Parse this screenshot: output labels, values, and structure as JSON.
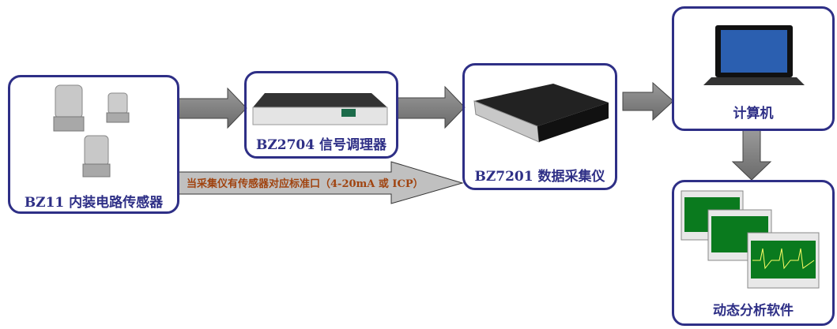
{
  "nodes": {
    "sensor": {
      "label": "BZ11 内装电路传感器"
    },
    "conditioner": {
      "label": "BZ2704 信号调理器"
    },
    "daq": {
      "label": "BZ7201 数据采集仪"
    },
    "computer": {
      "label": "计算机"
    },
    "software": {
      "label": "动态分析软件"
    }
  },
  "bypass_arrow": {
    "label": "当采集仪有传感器对应标准口（4-20mA 或 ICP）"
  },
  "colors": {
    "border": "#2e2f86",
    "arrow_dark": "#808080",
    "arrow_light": "#c0c0c0",
    "note": "#a0430f"
  }
}
